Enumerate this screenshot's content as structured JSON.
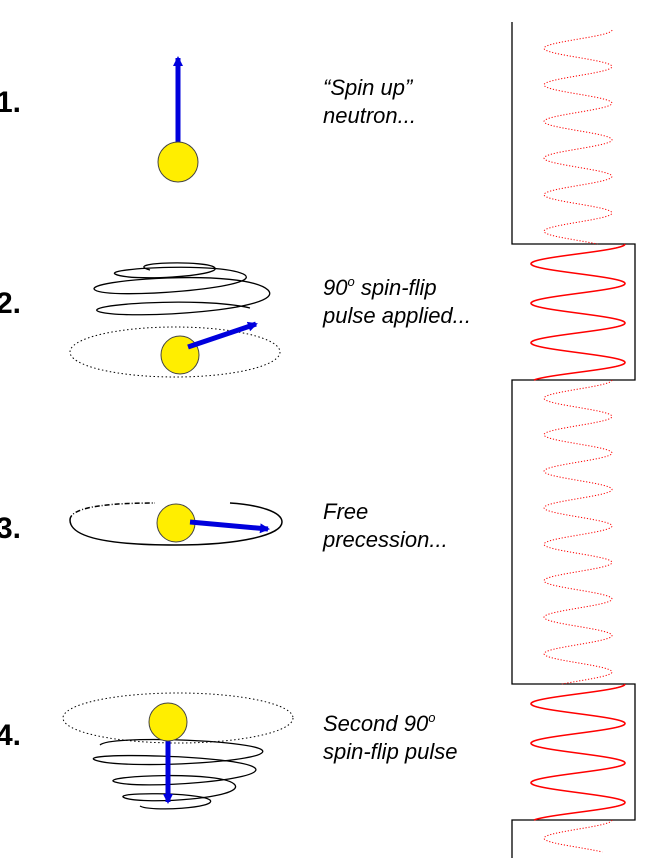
{
  "steps": [
    {
      "number": "1.",
      "caption_line1": "“Spin up”",
      "caption_line2": "neutron..."
    },
    {
      "number": "2.",
      "caption_line1_main": "90",
      "caption_line1_sup": "o",
      "caption_line1_rest": " spin-flip",
      "caption_line2": "pulse applied..."
    },
    {
      "number": "3.",
      "caption_line1": "Free",
      "caption_line2": "precession..."
    },
    {
      "number": "4.",
      "caption_line1_main": "Second 90",
      "caption_line1_sup": "o",
      "caption_line2": "spin-flip pulse"
    }
  ],
  "colors": {
    "ball": "#ffee00",
    "ball_stroke": "#444444",
    "arrow": "#0000dd",
    "signal": "#ff0000",
    "line": "#000000"
  },
  "icons": [
    "neutron-ball",
    "spin-arrow",
    "precession-spiral",
    "rf-pulse-wave"
  ]
}
